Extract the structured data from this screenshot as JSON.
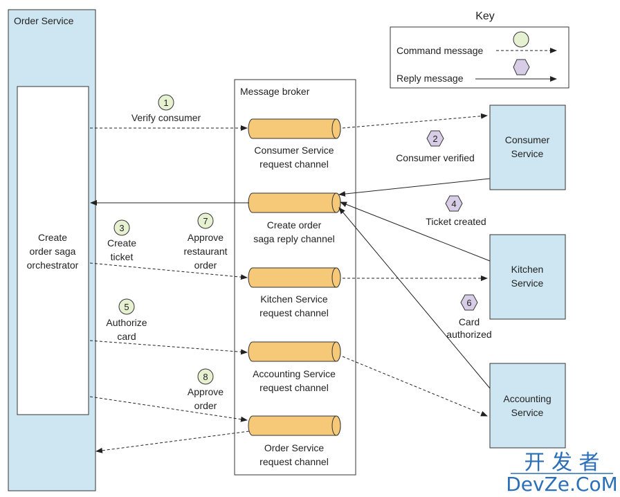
{
  "order_service": {
    "title": "Order Service",
    "orchestrator": [
      "Create",
      "order saga",
      "orchestrator"
    ]
  },
  "broker": {
    "title": "Message broker"
  },
  "channels": [
    {
      "lines": [
        "Consumer Service",
        "request channel"
      ]
    },
    {
      "lines": [
        "Create order",
        "saga reply channel"
      ]
    },
    {
      "lines": [
        "Kitchen Service",
        "request channel"
      ]
    },
    {
      "lines": [
        "Accounting Service",
        "request channel"
      ]
    },
    {
      "lines": [
        "Order Service",
        "request channel"
      ]
    }
  ],
  "services": [
    {
      "lines": [
        "Consumer",
        "Service"
      ]
    },
    {
      "lines": [
        "Kitchen",
        "Service"
      ]
    },
    {
      "lines": [
        "Accounting",
        "Service"
      ]
    }
  ],
  "key": {
    "title": "Key",
    "command": "Command message",
    "reply": "Reply message"
  },
  "steps": [
    {
      "num": "1",
      "kind": "command",
      "lines": [
        "Verify consumer"
      ]
    },
    {
      "num": "2",
      "kind": "reply",
      "lines": [
        "Consumer verified"
      ]
    },
    {
      "num": "3",
      "kind": "command",
      "lines": [
        "Create",
        "ticket"
      ]
    },
    {
      "num": "4",
      "kind": "reply",
      "lines": [
        "Ticket created"
      ]
    },
    {
      "num": "5",
      "kind": "command",
      "lines": [
        "Authorize",
        "card"
      ]
    },
    {
      "num": "6",
      "kind": "reply",
      "lines": [
        "Card",
        "authorized"
      ]
    },
    {
      "num": "7",
      "kind": "command",
      "lines": [
        "Approve",
        "restaurant",
        "order"
      ]
    },
    {
      "num": "8",
      "kind": "command",
      "lines": [
        "Approve",
        "order"
      ]
    }
  ],
  "watermark": {
    "line1": "开 发 者",
    "line2": "DevZe.CoM"
  },
  "colors": {
    "service_fill": "#cde6f1",
    "channel_fill": "#f6c978",
    "channel_stroke": "#333333",
    "command_fill": "#e6f1d2",
    "reply_fill": "#d8cde6",
    "watermark": "#2b6fb8"
  }
}
